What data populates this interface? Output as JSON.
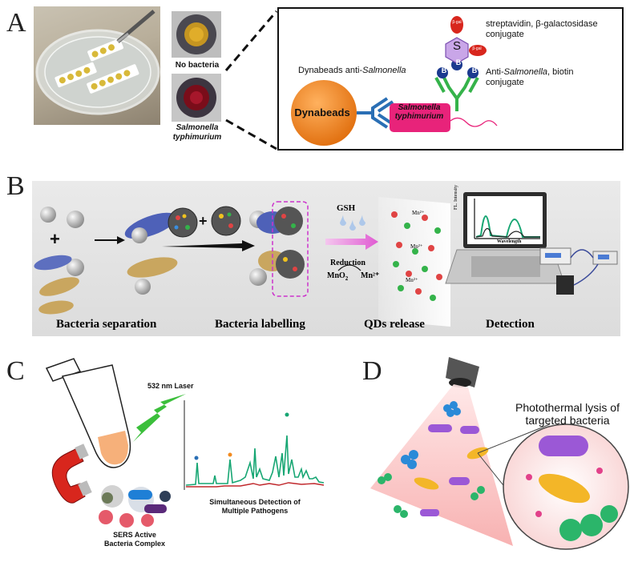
{
  "panel_a": {
    "letter": "A",
    "no_bacteria": "No bacteria",
    "salmonella_line1": "Salmonella",
    "salmonella_line2": "typhimurium",
    "dynabeads_anti": "Dynabeads anti-",
    "dynabeads_anti_italic": "Salmonella",
    "dynabeads_label": "Dynabeads",
    "bacteria_label_line1": "Salmonella",
    "bacteria_label_line2": "typhimurium",
    "strep_line1": "streptavidin, β-galactosidase",
    "strep_line2": "conjugate",
    "anti_line1_prefix": "Anti-",
    "anti_line1_italic": "Salmonella",
    "anti_line1_suffix": ", biotin",
    "anti_line2": "conjugate",
    "s_label": "S",
    "b_label": "B",
    "bgal_label": "β-gal"
  },
  "panel_b": {
    "letter": "B",
    "step1": "Bacteria separation",
    "step2": "Bacteria labelling",
    "step3": "QDs release",
    "step4": "Detection",
    "gsh": "GSH",
    "reduction": "Reduction",
    "mno2": "MnO",
    "mno2_sub": "2",
    "mn2plus": "Mn²⁺",
    "plot_ylabel": "FL. Intensity",
    "plot_xlabel": "Wavelength"
  },
  "panel_c": {
    "letter": "C",
    "laser": "532 nm Laser",
    "caption_line1": "Simultaneous Detection of",
    "caption_line2": "Multiple Pathogens",
    "complex_line1": "SERS Active",
    "complex_line2": "Bacteria Complex"
  },
  "panel_d": {
    "letter": "D",
    "caption_line1": "Photothermal lysis of",
    "caption_line2": "targeted bacteria"
  },
  "colors": {
    "dynabead_orange": "#f28a1e",
    "salmonella_pink": "#e8237a",
    "antibody_blue": "#2a6fb5",
    "antibody_green": "#35b34a",
    "s_purple": "#c9a6e8",
    "bgal_red": "#d8261d",
    "spectrum_green": "#17a673",
    "spectrum_red": "#c0282c",
    "laser_green": "#3bbf3b"
  }
}
